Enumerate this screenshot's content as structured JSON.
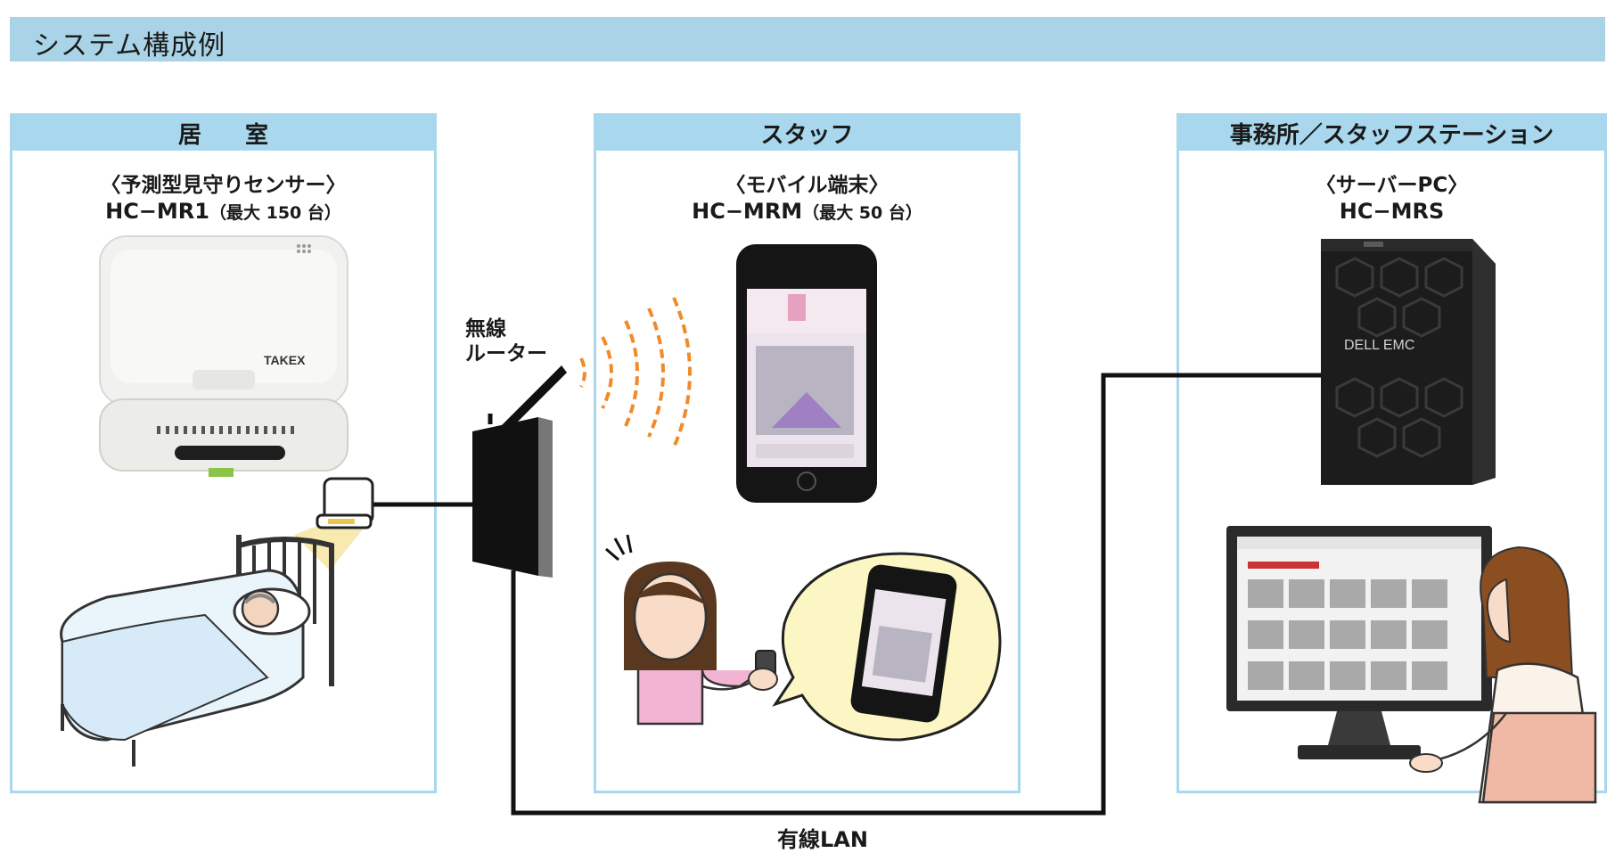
{
  "header": {
    "title": "システム構成例"
  },
  "panels": {
    "room": {
      "title": "居 室",
      "device_name": "〈予測型見守りセンサー〉",
      "model": "HC−MR1",
      "capacity": "（最大 150 台）",
      "brand": "TAKEX"
    },
    "staff": {
      "title": "スタッフ",
      "device_name": "〈モバイル端末〉",
      "model": "HC−MRM",
      "capacity": "（最大 50 台）"
    },
    "office": {
      "title": "事務所／スタッフステーション",
      "device_name": "〈サーバーPC〉",
      "model": "HC−MRS",
      "brand": "DELL EMC"
    }
  },
  "router": {
    "line1": "無線",
    "line2": "ルーター"
  },
  "wired_lan": "有線LAN",
  "colors": {
    "header": "#a9d3e6",
    "panel": "#a9d8ee",
    "wifi": "#f08a2a",
    "cable": "#111111"
  },
  "icons": [
    "sensor-device-icon",
    "bed-person-icon",
    "router-icon",
    "wifi-waves-icon",
    "smartphone-icon",
    "caregiver-icon",
    "server-tower-icon",
    "monitor-icon",
    "office-worker-icon"
  ]
}
